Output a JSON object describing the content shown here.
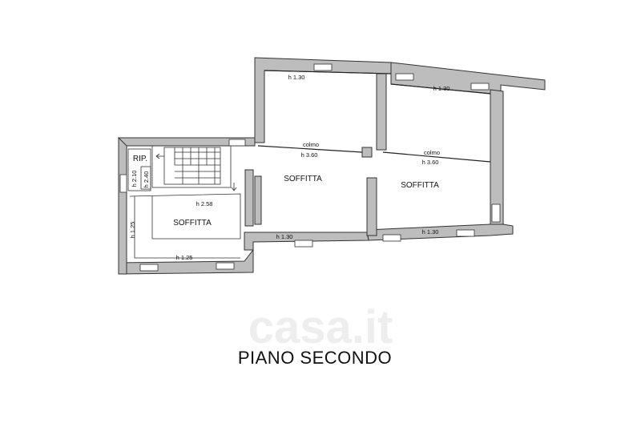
{
  "floor_title": "PIANO SECONDO",
  "watermark": "casa.it",
  "rooms": {
    "soffitta_center": "SOFFITTA",
    "soffitta_right": "SOFFITTA",
    "soffitta_left": "SOFFITTA",
    "rip": "RIP."
  },
  "ridge": {
    "label_center": "colmo",
    "label_right": "colmo",
    "height_center": "h 3.60",
    "height_right": "h 3.60"
  },
  "dimensions": {
    "top_left": "h 1.30",
    "top_right": "h 1.30",
    "bottom_center": "h 1.30",
    "bottom_right": "h 1.30",
    "left_room_top": "h 2.58",
    "left_room_bottom": "h 1.25",
    "left_room_side": "h 1.25",
    "rip_a": "h 2.10",
    "rip_b": "h 2.40"
  },
  "colors": {
    "wall_fill": "#bdbdbd",
    "line": "#222222",
    "watermark": "#eeeeee"
  }
}
